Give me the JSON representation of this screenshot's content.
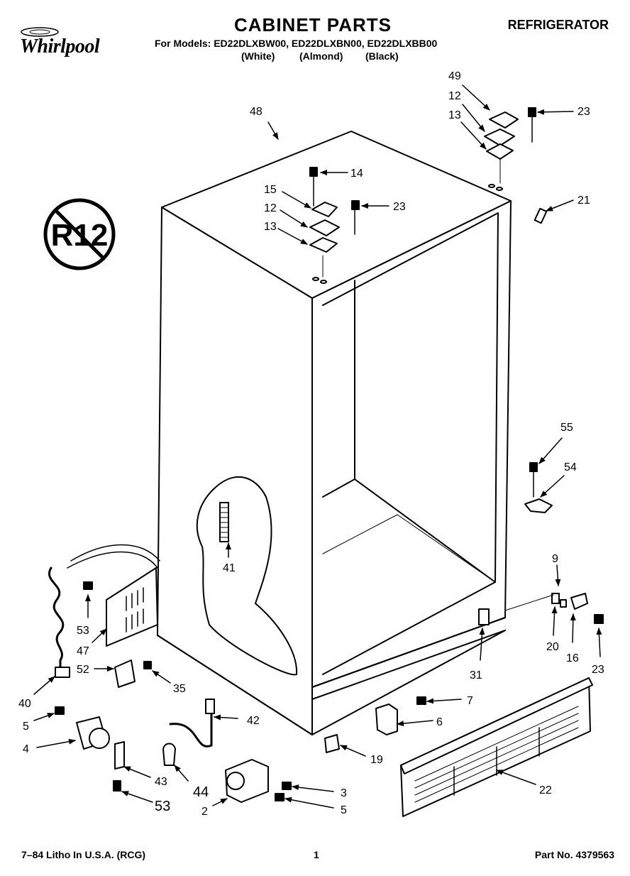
{
  "header": {
    "brand": "Whirlpool",
    "title": "CABINET PARTS",
    "category": "REFRIGERATOR",
    "models": "For Models: ED22DLXBW00, ED22DLXBN00, ED22DLXBB00",
    "colors": [
      "(White)",
      "(Almond)",
      "(Black)"
    ]
  },
  "badge": {
    "text": "R12"
  },
  "callouts": {
    "c48": "48",
    "c49": "49",
    "c12a": "12",
    "c13a": "13",
    "c23a": "23",
    "c14": "14",
    "c15": "15",
    "c12b": "12",
    "c13b": "13",
    "c23b": "23",
    "c21": "21",
    "c55": "55",
    "c54": "54",
    "c41": "41",
    "c9": "9",
    "c53a": "53",
    "c47": "47",
    "c52": "52",
    "c35": "35",
    "c40": "40",
    "c20": "20",
    "c16": "16",
    "c31": "31",
    "c23c": "23",
    "c5a": "5",
    "c4": "4",
    "c42": "42",
    "c7": "7",
    "c6": "6",
    "c19": "19",
    "c43": "43",
    "c44": "44",
    "c53b": "53",
    "c2": "2",
    "c3": "3",
    "c5b": "5",
    "c22": "22"
  },
  "footer": {
    "litho": "7–84 Litho In U.S.A. (RCG)",
    "page": "1",
    "part_no": "Part No. 4379563"
  }
}
